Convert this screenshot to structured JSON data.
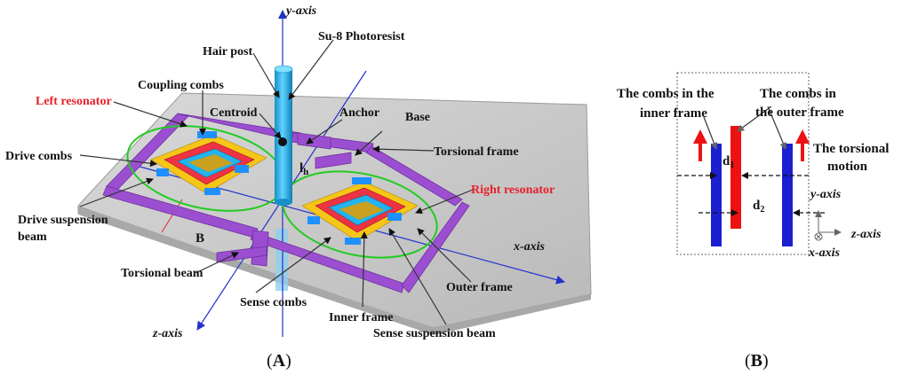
{
  "panel_a": {
    "caption_open": "(",
    "caption_letter": "A",
    "caption_close": ")",
    "labels": {
      "y_axis": "y-axis",
      "hair_post": "Hair post",
      "su8": "Su-8 Photoresist",
      "coupling_combs": "Coupling combs",
      "left_resonator": "Left resonator",
      "centroid": "Centroid",
      "anchor": "Anchor",
      "base": "Base",
      "torsional_frame": "Torsional frame",
      "drive_combs": "Drive combs",
      "lh": "l",
      "lh_sub": "h",
      "right_resonator": "Right resonator",
      "drive_susp_1": "Drive suspension",
      "drive_susp_2": "beam",
      "b": "B",
      "x_axis": "x-axis",
      "torsional_beam": "Torsional beam",
      "outer_frame": "Outer frame",
      "sense_combs": "Sense combs",
      "inner_frame": "Inner frame",
      "z_axis": "z-axis",
      "sense_susp": "Sense suspension beam"
    }
  },
  "panel_b": {
    "caption_open": "(",
    "caption_letter": "B",
    "caption_close": ")",
    "labels": {
      "inner_1": "The combs in the",
      "inner_2": "inner  frame",
      "outer_1": "The combs in",
      "outer_2": "the outer frame",
      "torsional_1": "The torsional",
      "torsional_2": "motion",
      "d1": "d",
      "d1_sub": "1",
      "d2": "d",
      "d2_sub": "2",
      "y_axis": "y-axis",
      "z_axis": "z-axis",
      "x_axis": "x-axis"
    }
  },
  "colors": {
    "purple": "#9b4fd0",
    "blue_post": "#22b4ee",
    "red_label": "#e8202a",
    "comb_blue": "#1b1fcf",
    "comb_red": "#ee1111",
    "axis_blue": "#2233cc",
    "green_ellipse": "#22cc22"
  }
}
